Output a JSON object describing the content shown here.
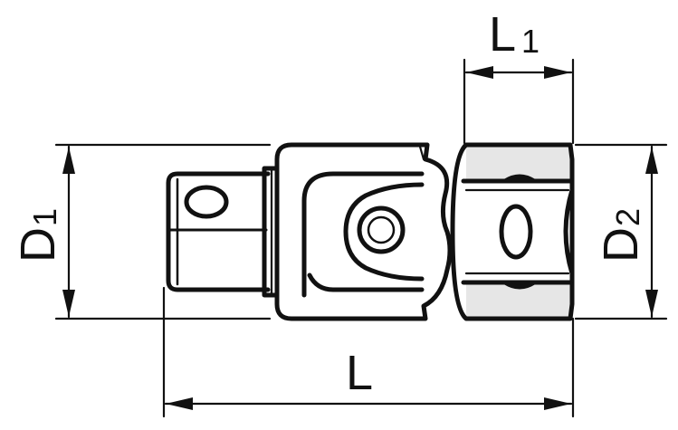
{
  "dimensions": {
    "L1": {
      "main": "L",
      "sub": "1"
    },
    "D1": {
      "main": "D",
      "sub": "1"
    },
    "D2": {
      "main": "D",
      "sub": "2"
    },
    "L": {
      "main": "L",
      "sub": ""
    }
  }
}
